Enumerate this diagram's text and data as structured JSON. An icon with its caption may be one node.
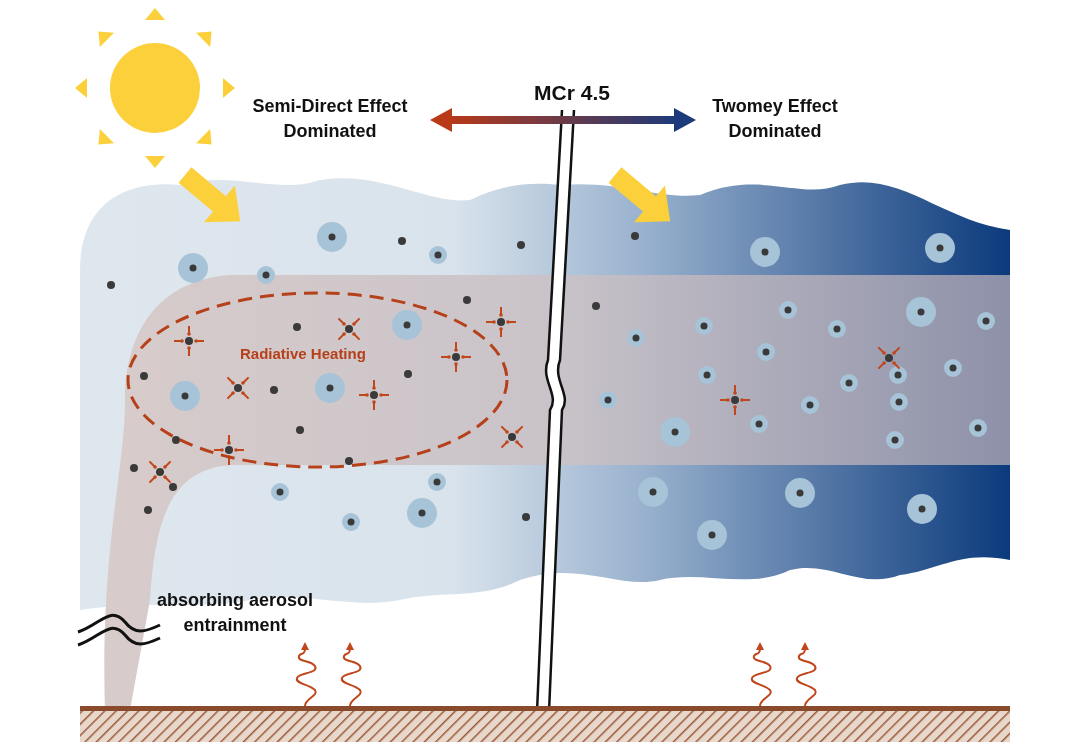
{
  "diagram": {
    "nodes": [
      {
        "text": [
          "Radiative Heating"
        ]
      }
    ],
    "labels": [
      "MCr 4.5",
      "Semi-Direct Effect Dominated",
      "Twomey Effect Dominated",
      "absorbing aerosol entrainment"
    ]
  }
}
